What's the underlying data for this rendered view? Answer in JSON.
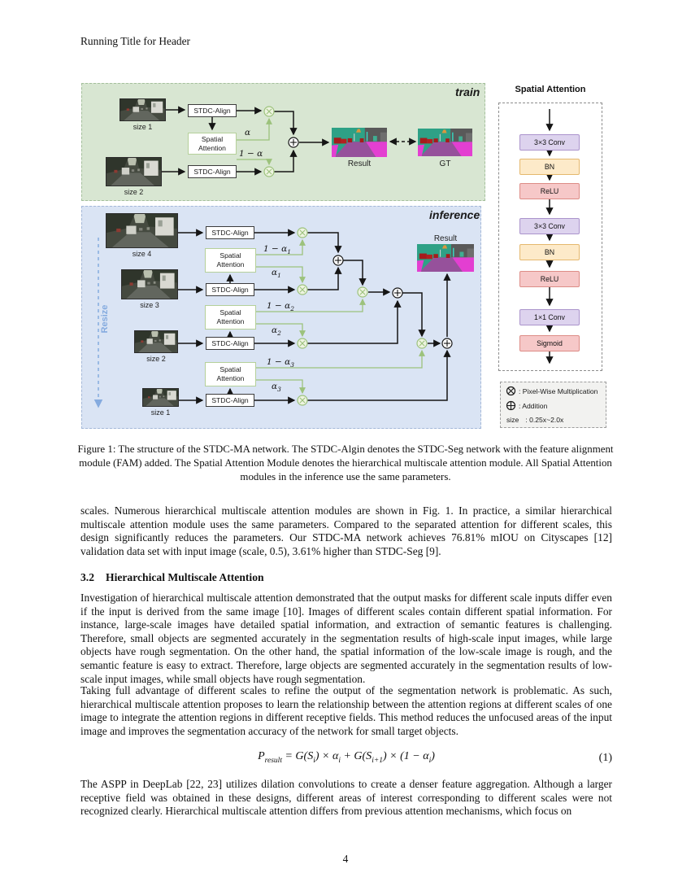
{
  "page": {
    "header": "Running Title for Header",
    "number": "4"
  },
  "figure": {
    "train": {
      "tag": "train",
      "stdc_label": "STDC-Align",
      "sa_label": "Spatial Attention",
      "photo1_label": "size 1",
      "photo2_label": "size 2",
      "alpha": {
        "base": "α",
        "sub": ""
      },
      "one_minus_alpha": {
        "base": "1 − α",
        "sub": ""
      },
      "result_label": "Result",
      "gt_label": "GT"
    },
    "inference": {
      "tag": "inference",
      "resize_label": "Resize",
      "stdc_label": "STDC-Align",
      "sa_label": "Spatial Attention",
      "photo_labels": [
        "size 4",
        "size 3",
        "size 2",
        "size 1"
      ],
      "alphas": [
        {
          "base": "1 − α",
          "sub": "1"
        },
        {
          "base": "α",
          "sub": "1"
        },
        {
          "base": "1 − α",
          "sub": "2"
        },
        {
          "base": "α",
          "sub": "2"
        },
        {
          "base": "1 − α",
          "sub": "3"
        },
        {
          "base": "α",
          "sub": "3"
        }
      ],
      "result_label": "Result"
    },
    "sa_module": {
      "title": "Spatial Attention",
      "blocks": [
        {
          "label": "3×3 Conv"
        },
        {
          "label": "BN"
        },
        {
          "label": "ReLU"
        },
        {
          "label": "3×3 Conv"
        },
        {
          "label": "BN"
        },
        {
          "label": "ReLU"
        },
        {
          "label": "1×1 Conv"
        },
        {
          "label": "Sigmoid"
        }
      ]
    },
    "legend": {
      "mul_text": ": Pixel-Wise Multiplication",
      "add_text": ": Addition",
      "size_key": "size",
      "size_text": ": 0.25x~2.0x"
    },
    "caption": "Figure 1: The structure of the STDC-MA network. The STDC-Algin denotes the STDC-Seg network with the feature alignment module (FAM) added. The Spatial Attention Module denotes the hierarchical multiscale attention module. All Spatial Attention modules in the inference use the same parameters."
  },
  "body": {
    "p1": "scales. Numerous hierarchical multiscale attention modules are shown in Fig. 1. In practice, a similar hierarchical multiscale attention module uses the same parameters. Compared to the separated attention for different scales, this design significantly reduces the parameters. Our STDC-MA network achieves 76.81% mIOU on Cityscapes [12] validation data set with input image (scale, 0.5), 3.61% higher than STDC-Seg [9].",
    "section": {
      "number": "3.2",
      "title": "Hierarchical Multiscale Attention"
    },
    "p2": "Investigation of hierarchical multiscale attention demonstrated that the output masks for different scale inputs differ even if the input is derived from the same image [10]. Images of different scales contain different spatial information. For instance, large-scale images have detailed spatial information, and extraction of semantic features is challenging. Therefore, small objects are segmented accurately in the segmentation results of high-scale input images, while large objects have rough segmentation. On the other hand, the spatial information of the low-scale image is rough, and the semantic feature is easy to extract. Therefore, large objects are segmented accurately in the segmentation results of low-scale input images, while small objects have rough segmentation.",
    "p3": "Taking full advantage of different scales to refine the output of the segmentation network is problematic. As such, hierarchical multiscale attention proposes to learn the relationship between the attention regions at different scales of one image to integrate the attention regions in different receptive fields. This method reduces the unfocused areas of the input image and improves the segmentation accuracy of the network for small target objects.",
    "equation": {
      "t1": "P",
      "s1": "result",
      "t2": " = G(S",
      "s2": "i",
      "t3": ") × α",
      "s3": "i",
      "t4": " + G(S",
      "s4": "i+1",
      "t5": ") × (1 − α",
      "s5": "i",
      "t6": ")",
      "num": "(1)"
    },
    "p4": "The ASPP in DeepLab [22, 23] utilizes dilation convolutions to create a denser feature aggregation. Although a larger receptive field was obtained in these designs, different areas of interest corresponding to different scales were not recognized clearly. Hierarchical multiscale attention differs from previous attention mechanisms, which focus on"
  },
  "colors": {
    "train_bg": "#d8e6d2",
    "inference_bg": "#dae4f4",
    "green_line": "#9cc27c",
    "conv_block": "#ddd3ee",
    "bn_block": "#fdeac9",
    "relu_block": "#f6c8c8",
    "resize_blue": "#85abdf"
  }
}
